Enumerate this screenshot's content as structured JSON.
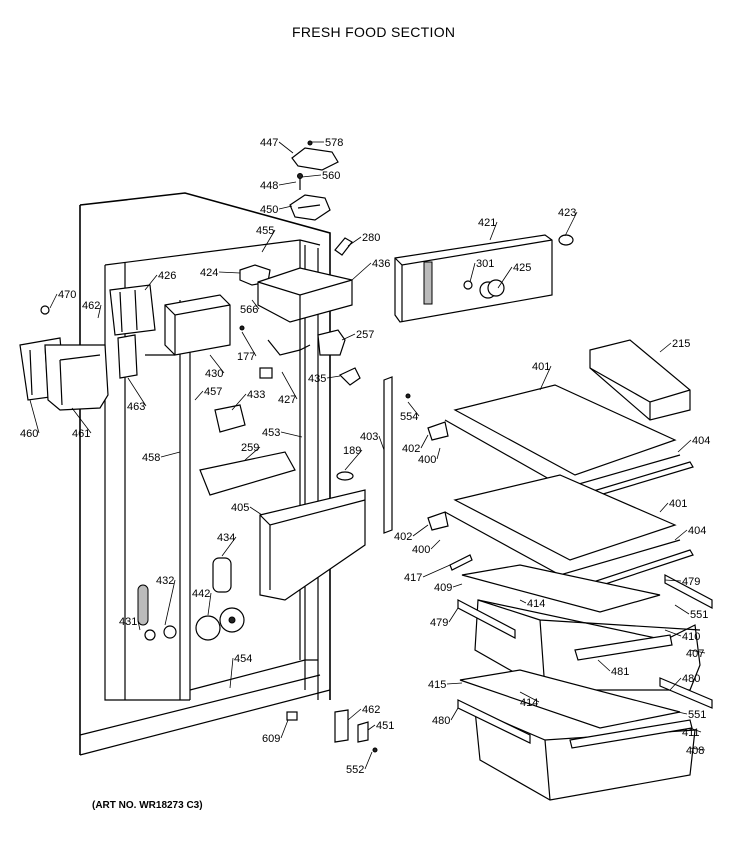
{
  "title": "FRESH FOOD SECTION",
  "art_number": "(ART NO. WR18273 C3)",
  "labels": [
    "447",
    "578",
    "448",
    "560",
    "450",
    "421",
    "423",
    "455",
    "280",
    "426",
    "424",
    "436",
    "470",
    "462",
    "566",
    "301",
    "425",
    "257",
    "215",
    "177",
    "430",
    "427",
    "435",
    "460",
    "461",
    "463",
    "457",
    "433",
    "554",
    "401",
    "402",
    "400",
    "404",
    "453",
    "403",
    "458",
    "189",
    "259",
    "405",
    "401",
    "404",
    "402",
    "400",
    "434",
    "417",
    "479",
    "409",
    "432",
    "442",
    "414",
    "551",
    "431",
    "479",
    "410",
    "481",
    "407",
    "454",
    "415",
    "480",
    "414",
    "551",
    "462",
    "451",
    "411",
    "480",
    "609",
    "552",
    "408"
  ]
}
